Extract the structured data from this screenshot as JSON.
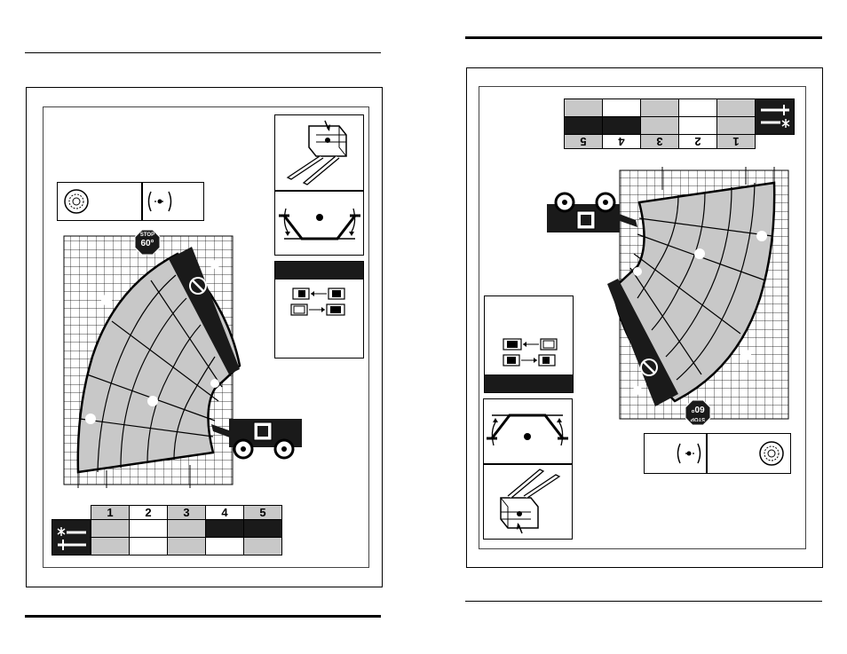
{
  "left_page": {
    "stop_sign": {
      "word": "STOP",
      "angle": "60°"
    },
    "zone_table": {
      "numbers": [
        "1",
        "2",
        "3",
        "4",
        "5"
      ],
      "colors": [
        "#c8c8c8",
        "#ffffff",
        "#c8c8c8",
        "#1a1a1a",
        "#1a1a1a"
      ],
      "row2_colors": [
        "#c8c8c8",
        "#ffffff",
        "#c8c8c8",
        "#ffffff",
        "#c8c8c8"
      ]
    },
    "icons": [
      "tire-icon",
      "stabilizer-icon",
      "fork-carriage-icon",
      "frame-level-icon",
      "extension-arrows-icon",
      "telehandler-icon",
      "no-entry-icon"
    ]
  },
  "right_page": {
    "stop_sign": {
      "word": "STOP",
      "angle": "60°"
    },
    "zone_table": {
      "numbers": [
        "5",
        "4",
        "3",
        "2",
        "1"
      ],
      "colors": [
        "#1a1a1a",
        "#1a1a1a",
        "#c8c8c8",
        "#ffffff",
        "#c8c8c8"
      ],
      "row2_colors": [
        "#c8c8c8",
        "#ffffff",
        "#c8c8c8",
        "#ffffff",
        "#c8c8c8"
      ]
    },
    "orientation": "rotated 180°"
  },
  "colors": {
    "shade": "#c8c8c8",
    "dark": "#1a1a1a",
    "line": "#000000"
  }
}
